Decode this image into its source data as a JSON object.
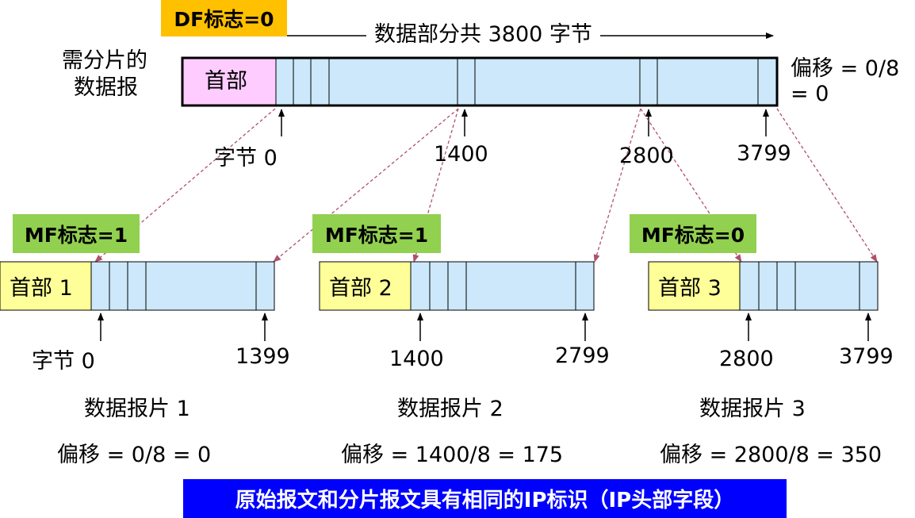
{
  "df_flag": "DF标志=0",
  "total_label": "数据部分共 3800 字节",
  "original": {
    "label_line1": "需分片的",
    "label_line2": "数据报",
    "header": "首部",
    "offset_line1": "偏移 = 0/8",
    "offset_line2": "= 0",
    "byte_start": "字节 0",
    "markers": [
      "1400",
      "2800",
      "3799"
    ]
  },
  "fragments": [
    {
      "mf_flag": "MF标志=1",
      "header": "首部 1",
      "start": "字节 0",
      "end": "1399",
      "name": "数据报片 1",
      "offset": "偏移 = 0/8 = 0"
    },
    {
      "mf_flag": "MF标志=1",
      "header": "首部 2",
      "start": "1400",
      "end": "2799",
      "name": "数据报片 2",
      "offset": "偏移 = 1400/8 = 175"
    },
    {
      "mf_flag": "MF标志=0",
      "header": "首部 3",
      "start": "2800",
      "end": "3799",
      "name": "数据报片 3",
      "offset": "偏移 = 2800/8 = 350"
    }
  ],
  "banner": "原始报文和分片报文具有相同的IP标识（IP头部字段）",
  "colors": {
    "header_original": "#ffccff",
    "header_fragment": "#ffff99",
    "data": "#cce8fa",
    "df_badge": "#ffc000",
    "mf_badge": "#92d050",
    "banner": "#0000ff",
    "dashed_line": "#b0506a"
  }
}
